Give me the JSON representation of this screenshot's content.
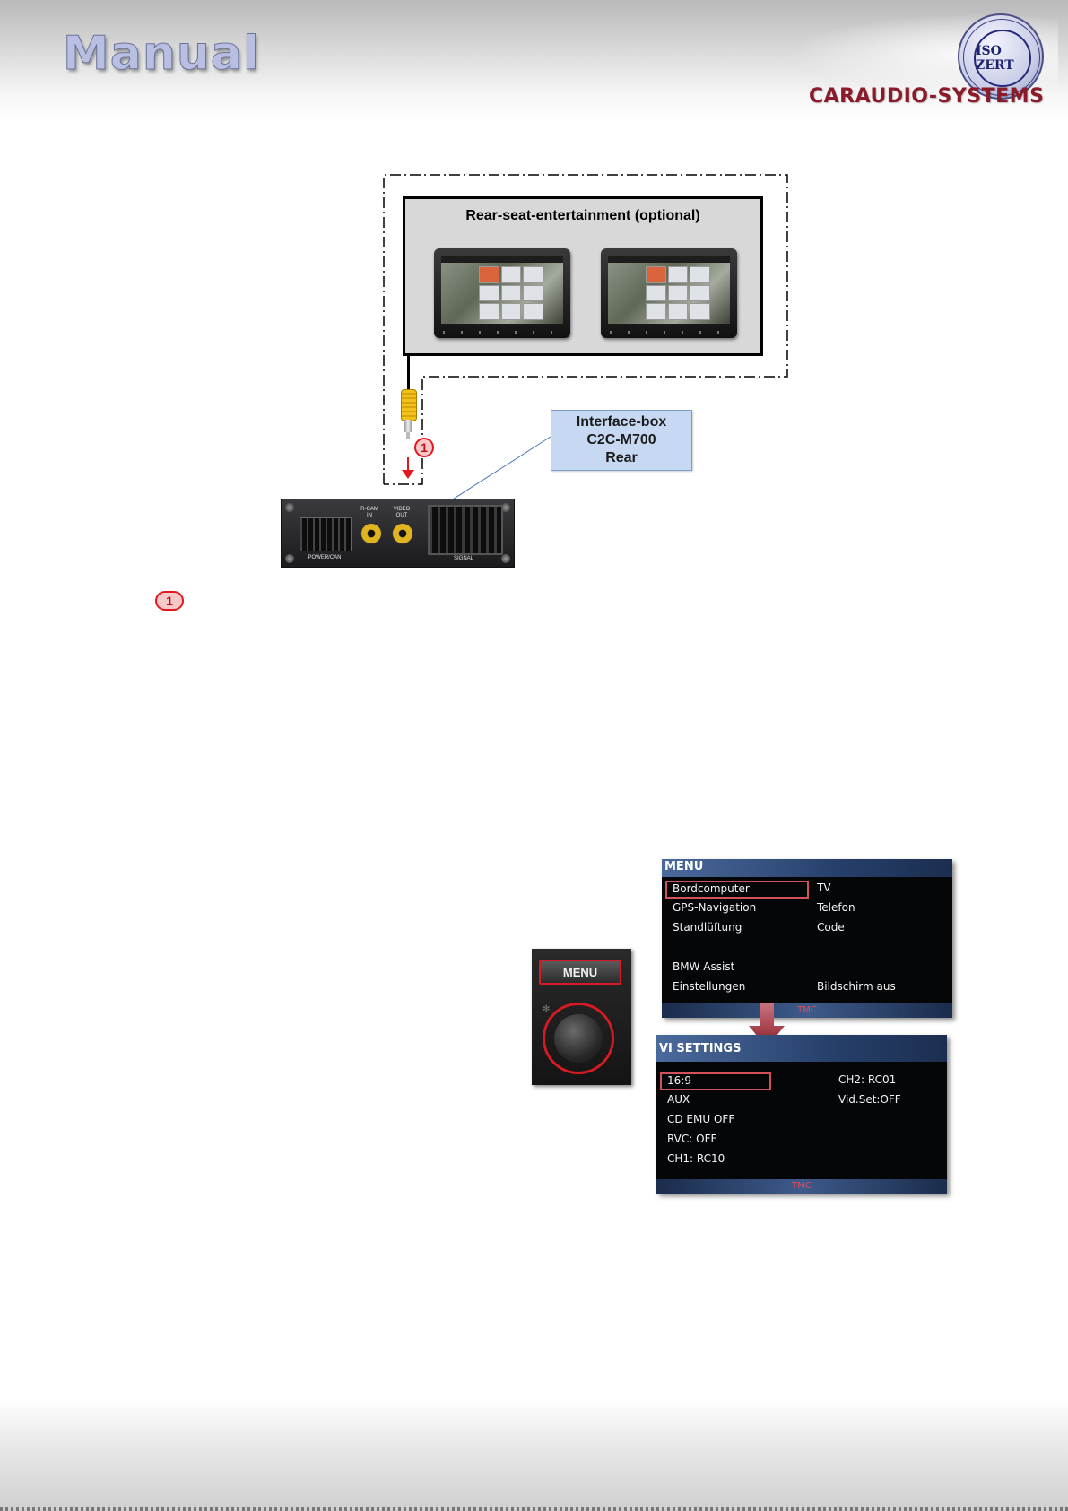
{
  "header": {
    "title": "Manual",
    "brand": "CARAUDIO-SYSTEMS",
    "seal_text": "ISO ZERT"
  },
  "diagram": {
    "rse_title": "Rear-seat-entertainment (optional)",
    "callout_lines": [
      "Interface-box",
      "C2C-M700",
      "Rear"
    ],
    "step_number": "1",
    "box_labels": {
      "power": "POWER/CAN",
      "rcam": "R-CAM\nIN",
      "video_out": "VIDEO\nOUT",
      "signal": "SIGNAL"
    }
  },
  "legend": {
    "step_number": "1"
  },
  "menu_button": {
    "label": "MENU"
  },
  "menu_screen": {
    "title": "MENU",
    "left_items": [
      "Bordcomputer",
      "GPS-Navigation",
      "Standlüftung",
      "BMW Assist",
      "Einstellungen"
    ],
    "right_items": [
      "TV",
      "Telefon",
      "Code",
      "Bildschirm aus"
    ],
    "footer": "TMC"
  },
  "settings_screen": {
    "title": "VI SETTINGS",
    "left_items": [
      "16:9",
      "AUX",
      "CD EMU OFF",
      "RVC: OFF",
      "CH1: RC10"
    ],
    "right_items": [
      "CH2: RC01",
      "Vid.Set:OFF"
    ],
    "footer": "TMC"
  },
  "colors": {
    "accent_red": "#e3171d",
    "callout_blue": "#c7d9f2",
    "brand_red": "#8b1a2a",
    "screen_header_blue": "#26406b"
  }
}
